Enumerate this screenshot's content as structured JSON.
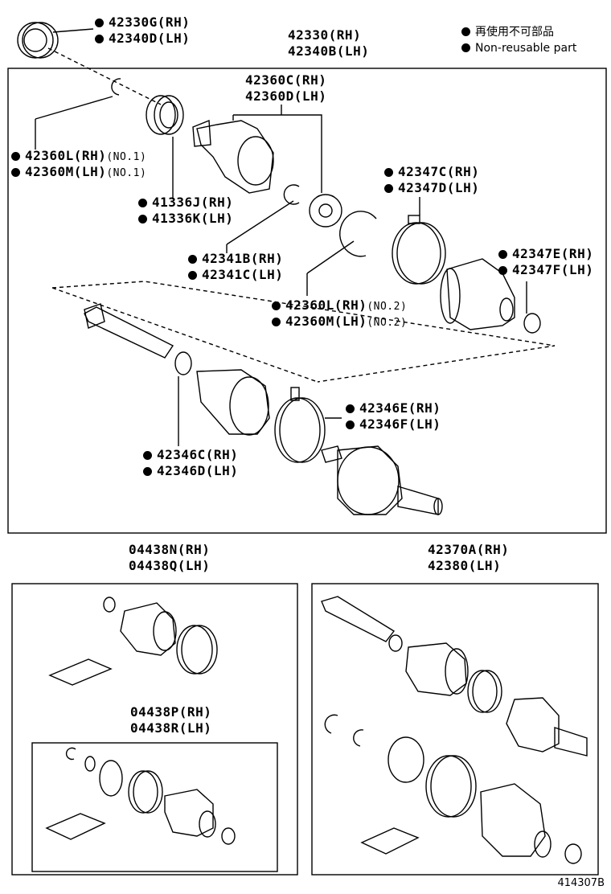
{
  "legend": {
    "jp": "再使用不可部品",
    "en": "Non-reusable part"
  },
  "assembly": {
    "part_rh": "42330(RH)",
    "part_lh": "42340B(LH)"
  },
  "labels": {
    "seal_rh": "42330G(RH)",
    "seal_lh": "42340D(LH)",
    "outer_joint_rh": "42360C(RH)",
    "outer_joint_lh": "42360D(LH)",
    "snap_no1_rh": "42360L(RH)",
    "snap_no1_lh": "42360M(LH)",
    "snap_no1_tag": "(NO.1)",
    "ring_rh": "41336J(RH)",
    "ring_lh": "41336K(LH)",
    "clamp_e_rh": "42347C(RH)",
    "clamp_e_lh": "42347D(LH)",
    "snap_b_rh": "42341B(RH)",
    "snap_b_lh": "42341C(LH)",
    "boot_clamp_rh": "42347E(RH)",
    "boot_clamp_lh": "42347F(LH)",
    "snap_no2_rh": "42360L(RH)",
    "snap_no2_lh": "42360M(LH)",
    "snap_no2_tag": "(NO.2)",
    "boot_band_rh": "42346E(RH)",
    "boot_band_lh": "42346F(LH)",
    "inner_boot_rh": "42346C(RH)",
    "inner_boot_lh": "42346D(LH)"
  },
  "kits": {
    "kit_a_rh": "04438N(RH)",
    "kit_a_lh": "04438Q(LH)",
    "kit_b_rh": "04438P(RH)",
    "kit_b_lh": "04438R(LH)",
    "shaft_rh": "42370A(RH)",
    "shaft_lh": "42380(LH)"
  },
  "figure_id": "414307B"
}
